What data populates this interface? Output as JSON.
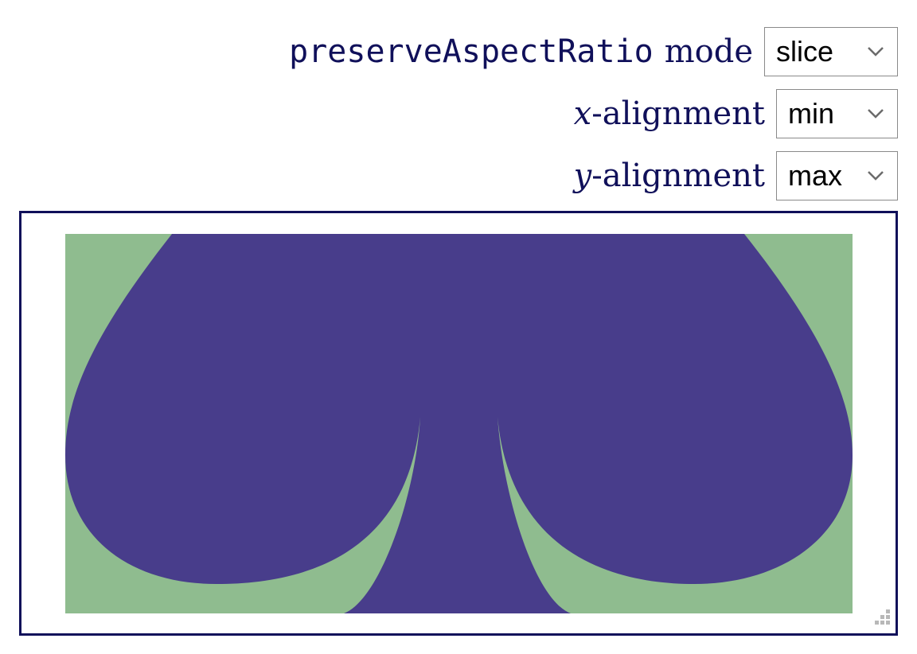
{
  "controls": {
    "mode": {
      "label_code": "preserveAspectRatio",
      "label_text": "mode",
      "selected": "slice"
    },
    "x_alignment": {
      "label_var": "x",
      "label_text": "-alignment",
      "selected": "min"
    },
    "y_alignment": {
      "label_var": "y",
      "label_text": "-alignment",
      "selected": "max"
    }
  },
  "icons": {
    "dropdown": "chevron-down-icon",
    "resize": "resize-grip-icon"
  },
  "colors": {
    "text": "#10105a",
    "frame_border": "#10105a",
    "shape_fill": "#483d8b",
    "background_fill": "#8fbc8f"
  }
}
